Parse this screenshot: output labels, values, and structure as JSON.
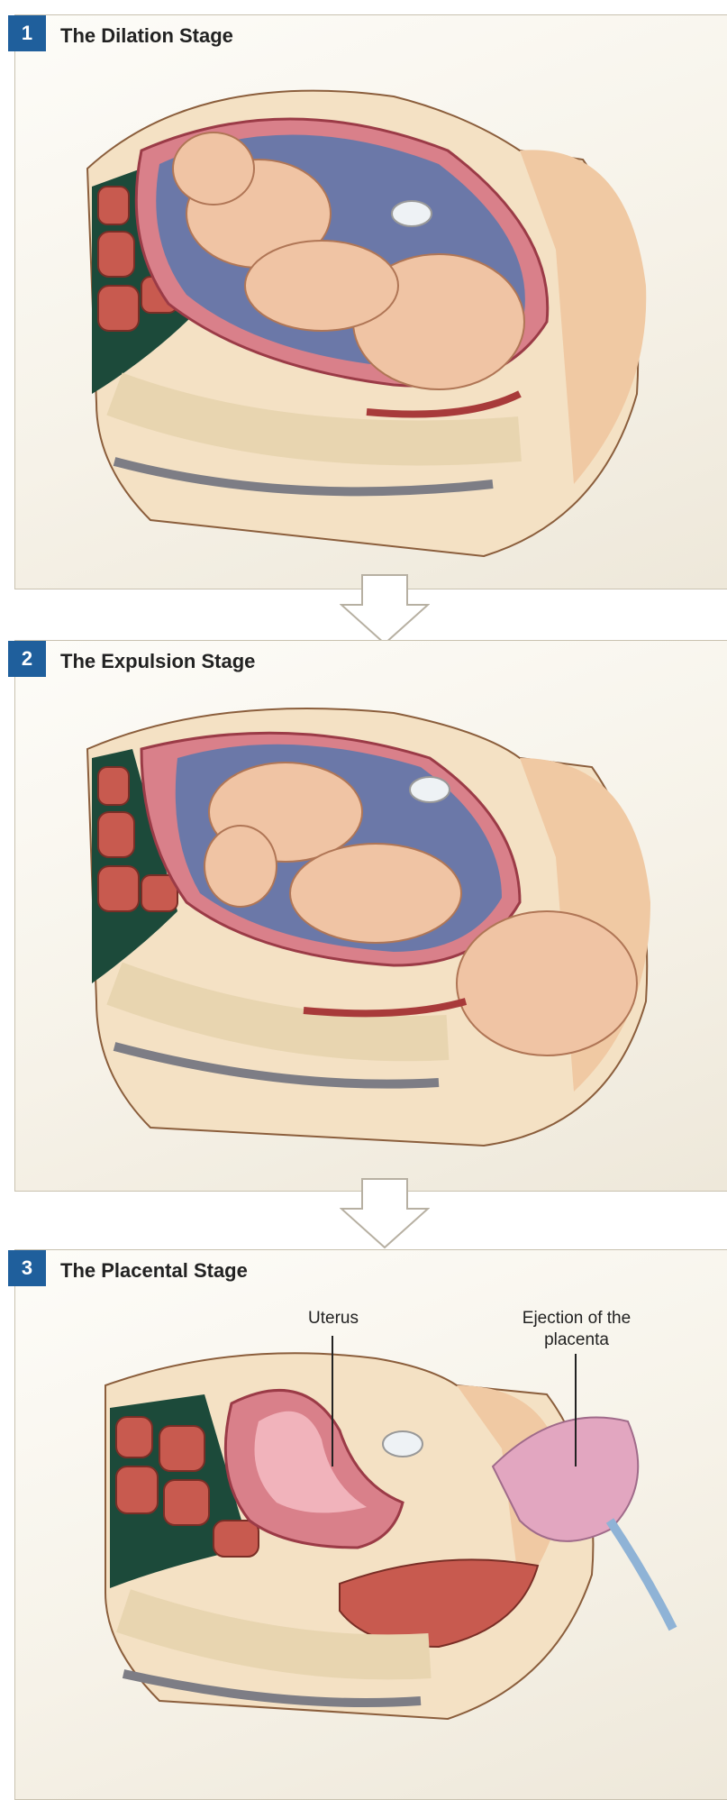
{
  "stages": [
    {
      "number": "1",
      "title": "The Dilation Stage"
    },
    {
      "number": "2",
      "title": "The Expulsion Stage"
    },
    {
      "number": "3",
      "title": "The Placental Stage"
    }
  ],
  "labels": {
    "uterus": "Uterus",
    "placenta_ejection": "Ejection of the placenta"
  },
  "colors": {
    "badge": "#1f5f9c",
    "skin": "#f0c9a3",
    "tissue": "#c85a4f",
    "bone": "#e8d5b0",
    "uterus_wall": "#d9808a"
  }
}
